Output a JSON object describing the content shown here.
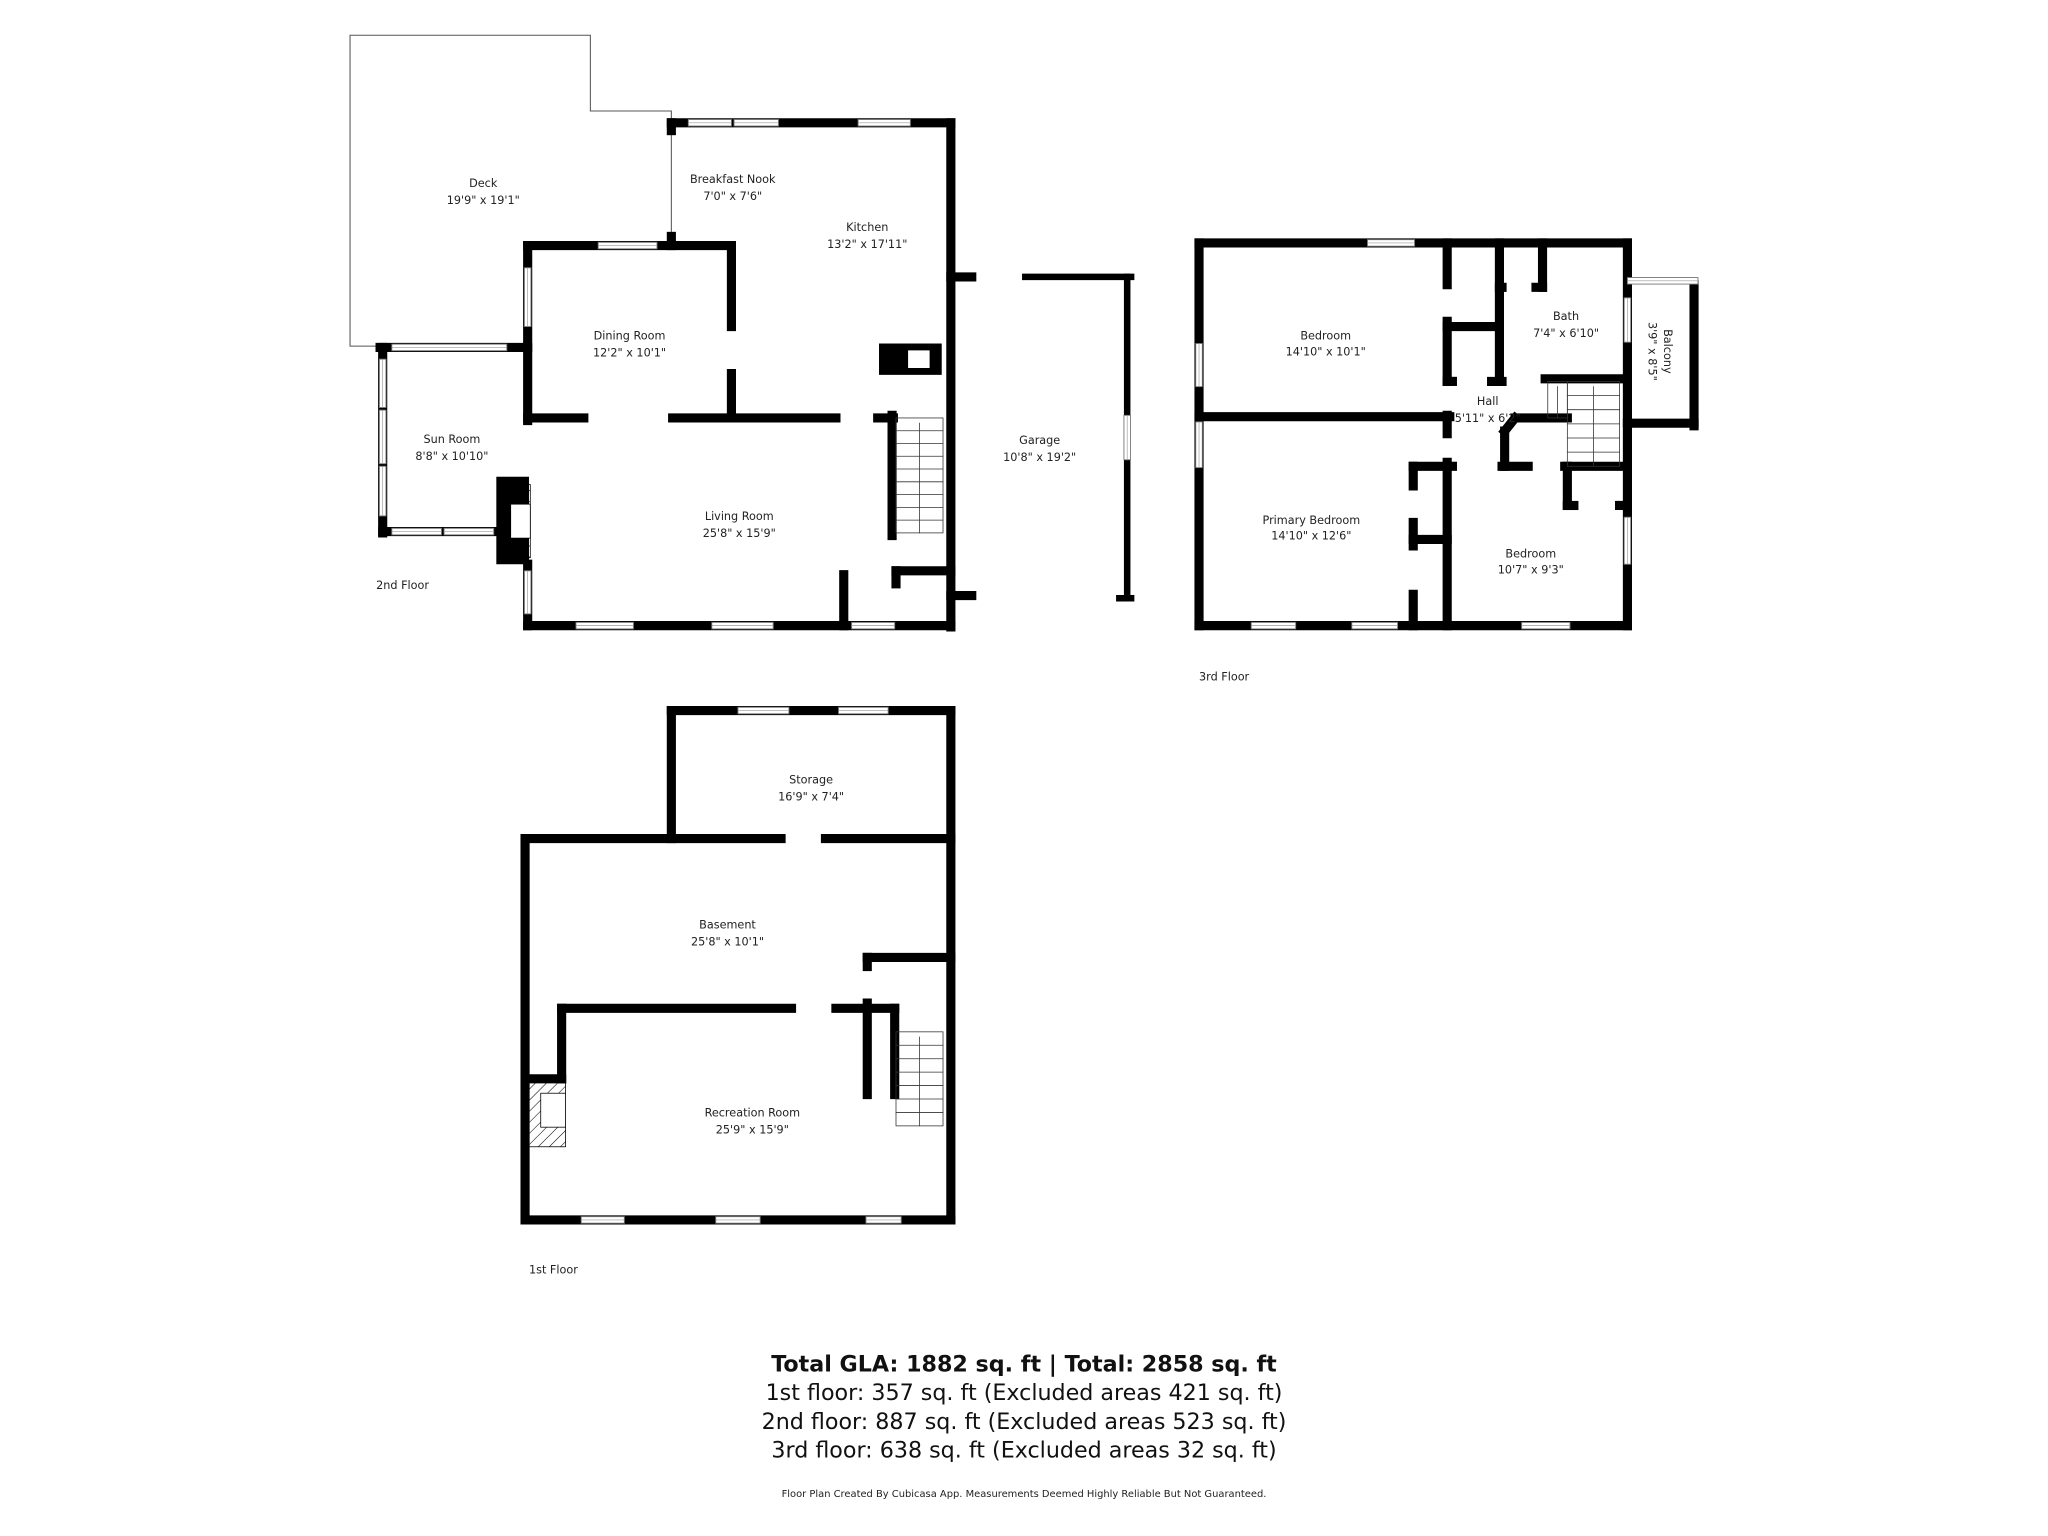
{
  "colors": {
    "wall": "#000000",
    "background": "#ffffff",
    "window": "#ffffff"
  },
  "floors": {
    "second": {
      "label": "2nd Floor",
      "rooms": [
        {
          "name": "Deck",
          "size": "19'9\" x 19'1\""
        },
        {
          "name": "Breakfast Nook",
          "size": "7'0\" x 7'6\""
        },
        {
          "name": "Kitchen",
          "size": "13'2\" x 17'11\""
        },
        {
          "name": "Dining Room",
          "size": "12'2\" x 10'1\""
        },
        {
          "name": "Sun Room",
          "size": "8'8\" x 10'10\""
        },
        {
          "name": "Living Room",
          "size": "25'8\" x 15'9\""
        },
        {
          "name": "Garage",
          "size": "10'8\" x 19'2\""
        }
      ]
    },
    "third": {
      "label": "3rd Floor",
      "rooms": [
        {
          "name": "Bedroom",
          "size": "14'10\" x 10'1\""
        },
        {
          "name": "Bath",
          "size": "7'4\" x 6'10\""
        },
        {
          "name": "Balcony",
          "size": "3'9\" x 8'5\""
        },
        {
          "name": "Hall",
          "size": "5'11\" x 6'2\""
        },
        {
          "name": "Primary Bedroom",
          "size": "14'10\" x 12'6\""
        },
        {
          "name": "Bedroom",
          "size": "10'7\" x 9'3\""
        }
      ]
    },
    "first": {
      "label": "1st Floor",
      "rooms": [
        {
          "name": "Storage",
          "size": "16'9\" x 7'4\""
        },
        {
          "name": "Basement",
          "size": "25'8\" x 10'1\""
        },
        {
          "name": "Recreation Room",
          "size": "25'9\" x 15'9\""
        }
      ]
    }
  },
  "summary": {
    "total": "Total GLA: 1882 sq. ft | Total: 2858 sq. ft",
    "lines": [
      "1st floor: 357 sq. ft (Excluded areas 421 sq. ft)",
      "2nd floor: 887 sq. ft (Excluded areas 523 sq. ft)",
      "3rd floor: 638 sq. ft (Excluded areas 32 sq. ft)"
    ],
    "footer": "Floor Plan Created By Cubicasa App. Measurements Deemed Highly Reliable But Not Guaranteed."
  }
}
